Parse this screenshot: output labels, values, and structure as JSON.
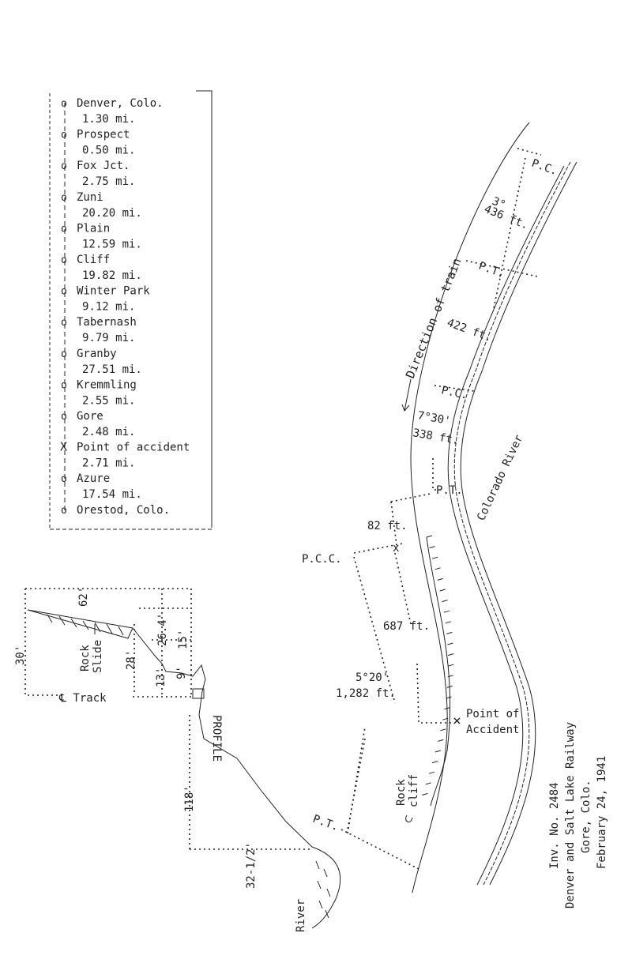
{
  "stations": [
    {
      "name": "Denver, Colo.",
      "dist": "1.30 mi.",
      "mark": "o"
    },
    {
      "name": "Prospect",
      "dist": "0.50 mi.",
      "mark": "o"
    },
    {
      "name": "Fox Jct.",
      "dist": "2.75 mi.",
      "mark": "o"
    },
    {
      "name": "Zuni",
      "dist": "20.20 mi.",
      "mark": "o"
    },
    {
      "name": "Plain",
      "dist": "12.59 mi.",
      "mark": "o"
    },
    {
      "name": "Cliff",
      "dist": "19.82 mi.",
      "mark": "o"
    },
    {
      "name": "Winter Park",
      "dist": "9.12 mi.",
      "mark": "o"
    },
    {
      "name": "Tabernash",
      "dist": "9.79 mi.",
      "mark": "o"
    },
    {
      "name": "Granby",
      "dist": "27.51 mi.",
      "mark": "o"
    },
    {
      "name": "Kremmling",
      "dist": "2.55 mi.",
      "mark": "o"
    },
    {
      "name": "Gore",
      "dist": "2.48 mi.",
      "mark": "o"
    },
    {
      "name": "Point of accident",
      "dist": "2.71 mi.",
      "mark": "X"
    },
    {
      "name": "Azure",
      "dist": "17.54 mi.",
      "mark": "o"
    },
    {
      "name": "Orestod, Colo.",
      "dist": "",
      "mark": "o"
    }
  ],
  "profile": {
    "title": "PROFILE",
    "dim_62": "62'",
    "dim_30": "30'",
    "dim_28": "28'",
    "dim_13": "13'",
    "dim_9": "9'",
    "dim_15": "15'",
    "dim_26_4": "26.4'",
    "dim_118": "118'",
    "dim_32": "32-1/2'",
    "rock_slide_1": "Rock",
    "rock_slide_2": "Slide",
    "track": "℄ Track",
    "river": "River"
  },
  "plan": {
    "direction": "Direction of train",
    "pc_top": "P.C.",
    "curve1_deg": "3°",
    "curve1_len": "436 ft.",
    "pt1": "P.T.",
    "tangent": "422 ft.",
    "pc2": "P.C.",
    "curve2_deg": "7°30'",
    "curve2_len": "338 ft.",
    "pt2": "P.T.",
    "dist_82": "82 ft.",
    "pcc": "P.C.C.",
    "dist_687": "687 ft.",
    "curve3_deg": "5°20'",
    "curve3_len": "1,282 ft.",
    "point_of": "Point of",
    "accident": "Accident",
    "rock_cliff_1": "Rock",
    "rock_cliff_2": "cliff",
    "pt3": "P.T.",
    "river": "Colorado River"
  },
  "caption": {
    "line1": "Inv. No. 2484",
    "line2": "Denver and Salt Lake Railway",
    "line3": "Gore, Colo.",
    "line4": "February 24, 1941"
  }
}
